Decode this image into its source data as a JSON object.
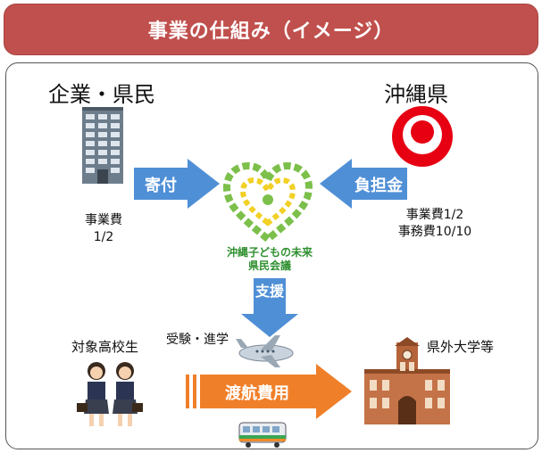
{
  "title": "事業の仕組み（イメージ）",
  "actors": {
    "corporate": "企業・県民",
    "prefecture": "沖縄県",
    "students": "対象高校生",
    "universities": "県外大学等"
  },
  "arrows": {
    "donation": "寄付",
    "burden": "負担金",
    "support": "支援",
    "travel": "渡航費用"
  },
  "notes": {
    "corporate_share_line1": "事業費",
    "corporate_share_line2": "1/2",
    "pref_share_line1": "事業費1/2",
    "pref_share_line2": "事務費10/10",
    "exam": "受験・進学"
  },
  "council": {
    "name_line1": "沖縄子どもの未来",
    "name_line2": "県民会議"
  },
  "colors": {
    "title_bg": "#c0504d",
    "blue_arrow": "#4f8fd6",
    "orange_arrow": "#f07f2a",
    "green": "#7cc04b",
    "pref_red": "#e60012"
  },
  "icons": [
    "office-building-icon",
    "okinawa-emblem-icon",
    "heart-logo-icon",
    "students-icon",
    "airplane-icon",
    "train-icon",
    "university-building-icon"
  ]
}
